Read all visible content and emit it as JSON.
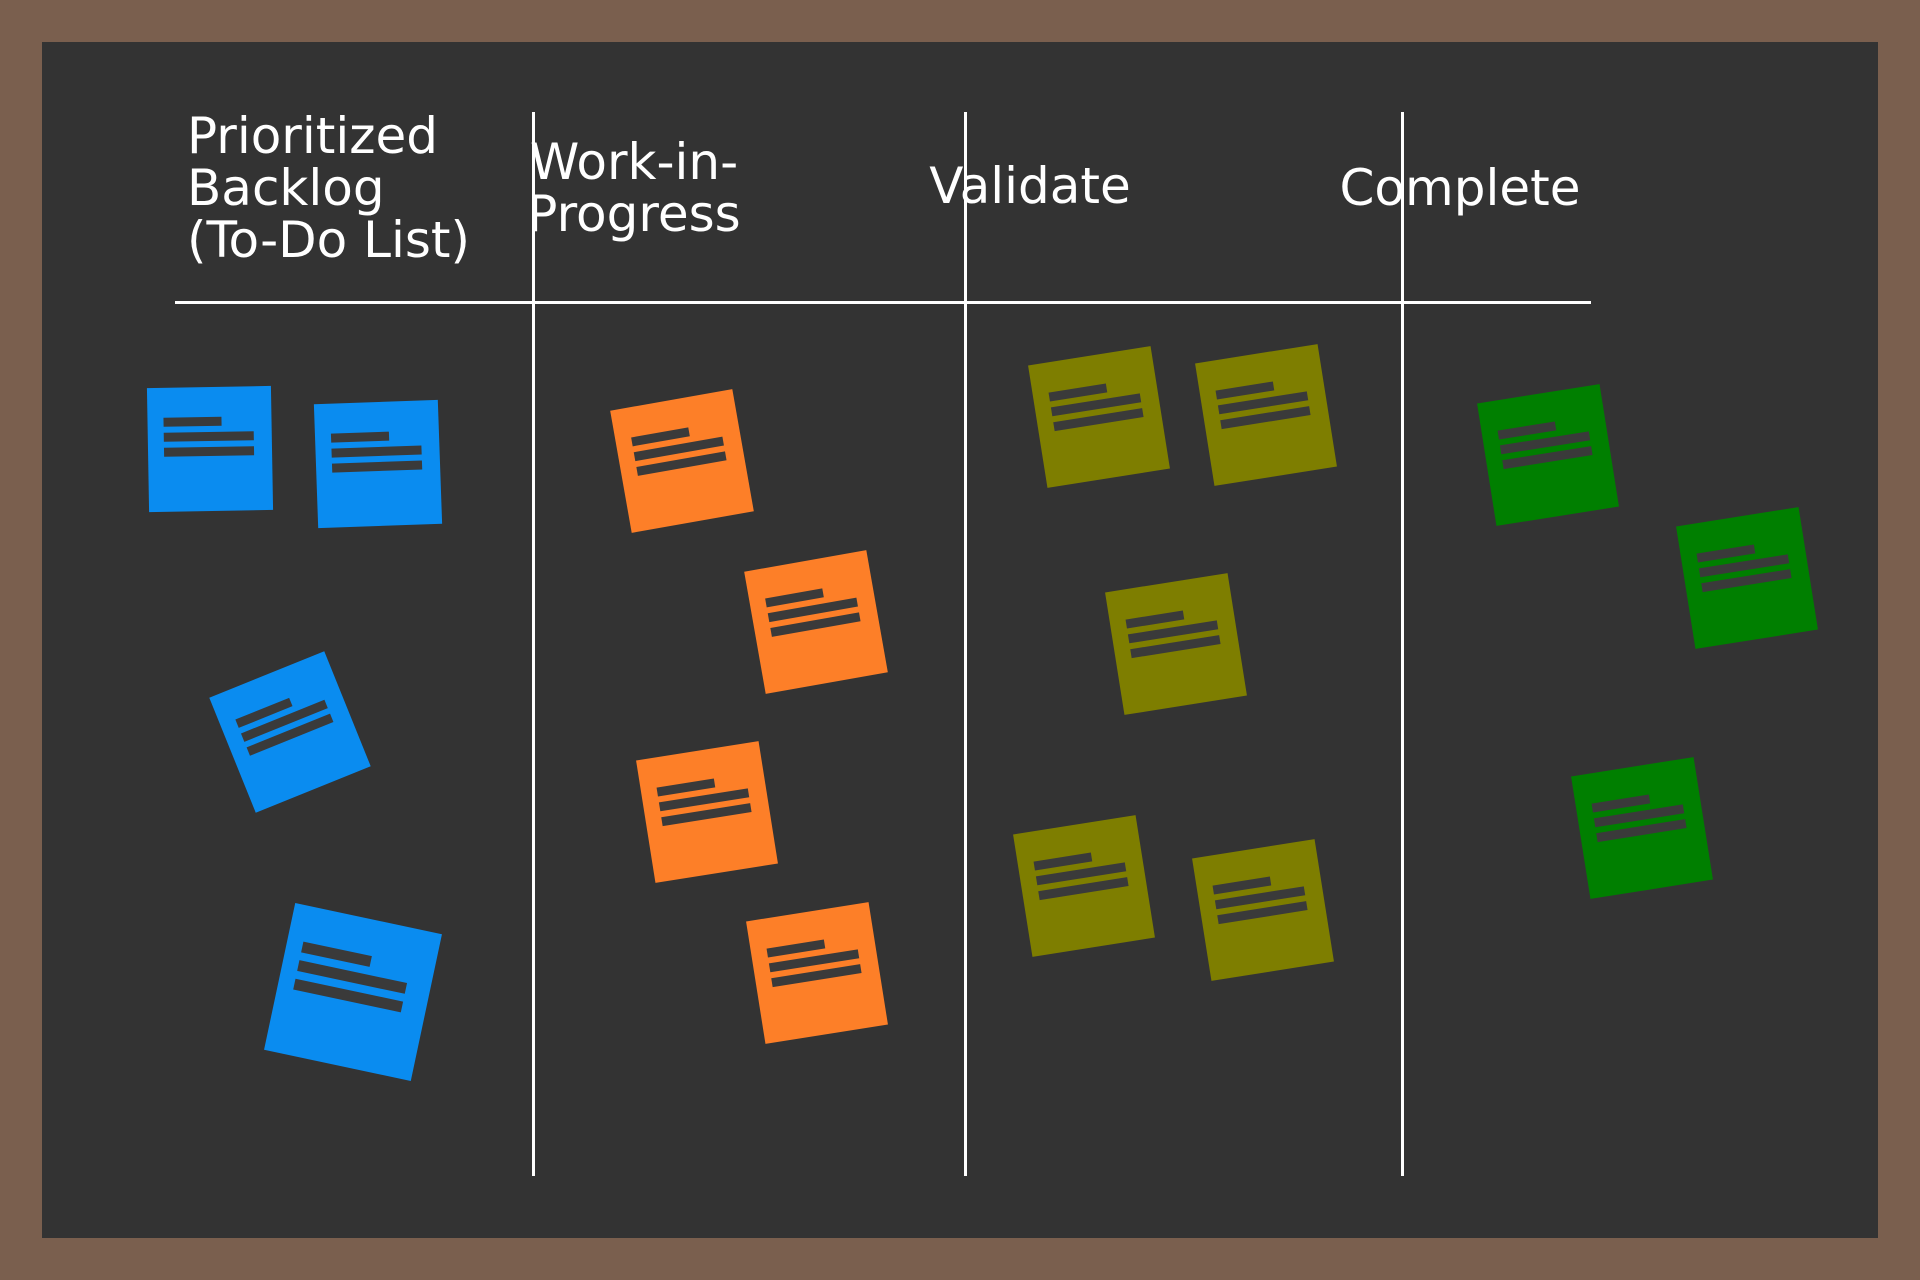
{
  "board": {
    "columns": [
      {
        "title": "Prioritized\nBacklog\n(To-Do List)"
      },
      {
        "title": "Work-in-\nProgress"
      },
      {
        "title": "Validate"
      },
      {
        "title": "Complete"
      }
    ]
  },
  "colors": {
    "frame": "#7a5f4e",
    "board": "#333333",
    "chalk": "#ffffff",
    "backlog": "#0a8cf0",
    "wip": "#fd7f28",
    "validate": "#7e7e00",
    "complete": "#007f00",
    "note_text_bars": "#3a3a3a"
  },
  "notes": {
    "backlog": 4,
    "wip": 4,
    "validate": 5,
    "complete": 3
  }
}
